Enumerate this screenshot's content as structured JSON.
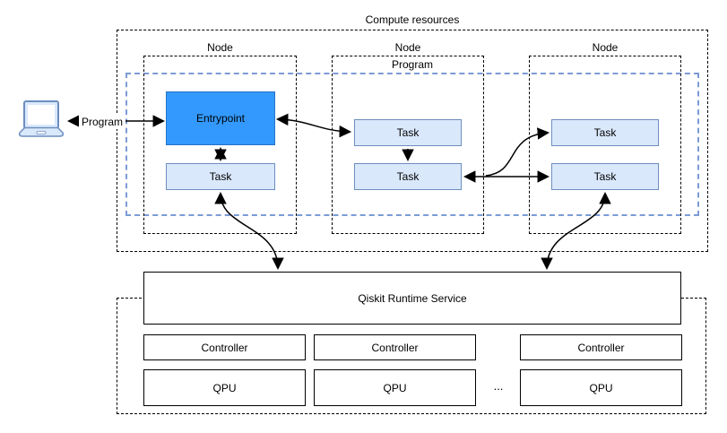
{
  "title": "Compute resources",
  "client": {
    "icon": "laptop-icon",
    "connection_label": "Program"
  },
  "program_container": {
    "label": "Program"
  },
  "nodes": [
    {
      "label": "Node",
      "boxes": [
        {
          "label": "Entrypoint"
        },
        {
          "label": "Task"
        }
      ]
    },
    {
      "label": "Node",
      "boxes": [
        {
          "label": "Task"
        },
        {
          "label": "Task"
        }
      ]
    },
    {
      "label": "Node",
      "boxes": [
        {
          "label": "Task"
        },
        {
          "label": "Task"
        }
      ]
    }
  ],
  "runtime": {
    "service_label": "Qiskit Runtime Service",
    "controllers": [
      "Controller",
      "Controller",
      "Controller"
    ],
    "qpus": [
      "QPU",
      "QPU",
      "QPU"
    ],
    "ellipsis": "..."
  },
  "colors": {
    "entrypoint_fill": "#3399ff",
    "entrypoint_stroke": "#2472c8",
    "task_fill": "#dae8fc",
    "task_stroke": "#6c8ebf",
    "program_border": "#7b9bd5",
    "box_border": "#000000",
    "arrow": "#000000"
  }
}
